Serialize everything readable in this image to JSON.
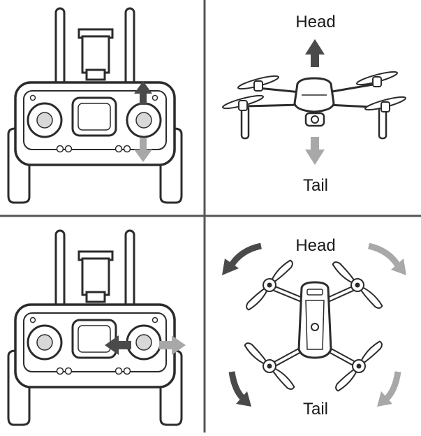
{
  "colors": {
    "ink": "#2b2b2b",
    "divider": "#555555",
    "arrow_dark": "#4a4a4a",
    "arrow_light": "#a8a8a8",
    "background": "#ffffff"
  },
  "panels": [
    {
      "id": "throttle",
      "controller_arrows": "up-down",
      "head_label": "Head",
      "tail_label": "Tail",
      "drone_view": "side"
    },
    {
      "id": "yaw",
      "controller_arrows": "left-right",
      "head_label": "Head",
      "tail_label": "Tail",
      "drone_view": "top-rotate"
    }
  ],
  "icons": [
    "controller-icon",
    "drone-side-icon",
    "drone-top-icon",
    "up-arrow-icon",
    "down-arrow-icon",
    "left-arrow-icon",
    "right-arrow-icon",
    "rotate-arrow-icon"
  ]
}
